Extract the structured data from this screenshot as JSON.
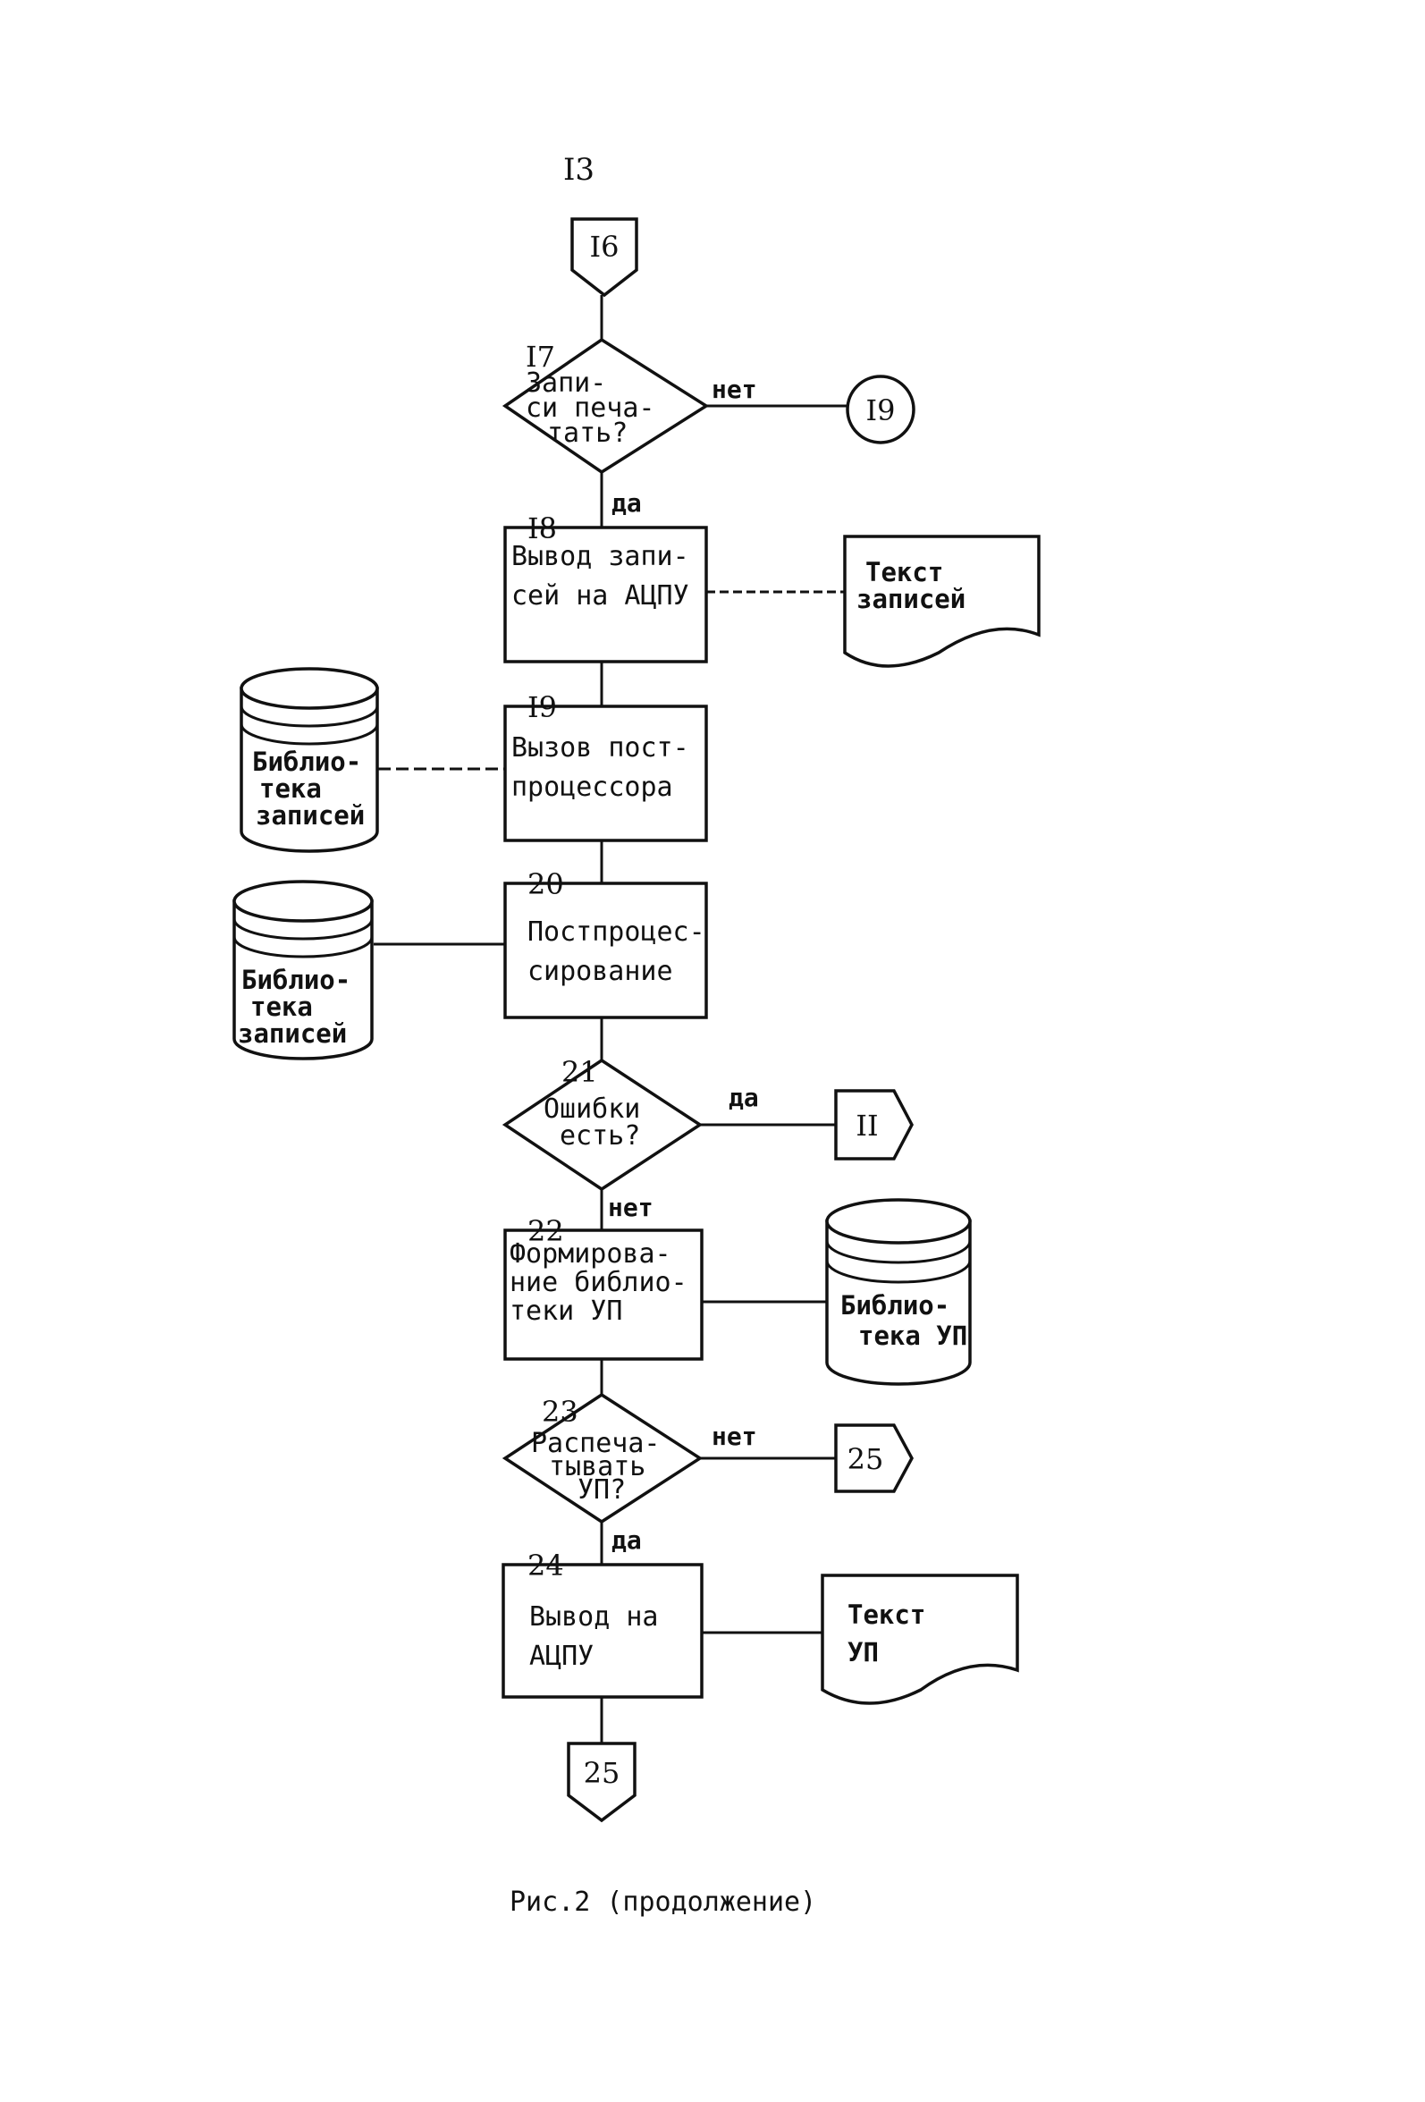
{
  "page_number": "I3",
  "caption": "Рис.2 (продолжение)",
  "connectors": {
    "top": "I6",
    "to19": "I9",
    "to11": "II",
    "to25_right": "25",
    "bottom": "25"
  },
  "decisions": {
    "d17": {
      "num": "I7",
      "lines": [
        "Запи-",
        "си печа-",
        "тать?"
      ],
      "no": "нет",
      "yes": "да"
    },
    "d21": {
      "num": "21",
      "lines": [
        "Ошибки",
        "есть?"
      ],
      "yes": "да",
      "no": "нет"
    },
    "d23": {
      "num": "23",
      "lines": [
        "Распеча-",
        "тывать",
        "УП?"
      ],
      "no": "нет",
      "yes": "да"
    }
  },
  "processes": {
    "p18": {
      "num": "I8",
      "lines": [
        "Вывод запи-",
        "сей на АЦПУ"
      ]
    },
    "p19": {
      "num": "I9",
      "lines": [
        "Вызов пост-",
        "процессора"
      ]
    },
    "p20": {
      "num": "20",
      "lines": [
        "Постпроцес-",
        "сирование"
      ]
    },
    "p22": {
      "num": "22",
      "lines": [
        "Формирова-",
        "ние библио-",
        "теки УП"
      ]
    },
    "p24": {
      "num": "24",
      "lines": [
        "Вывод на",
        "АЦПУ"
      ]
    }
  },
  "documents": {
    "doc18": {
      "lines": [
        "Текст",
        "записей"
      ]
    },
    "doc24": {
      "lines": [
        "Текст",
        "УП"
      ]
    }
  },
  "storages": {
    "lib19": {
      "lines": [
        "Библио-",
        "тека",
        "записей"
      ]
    },
    "lib20": {
      "lines": [
        "Библио-",
        "тека",
        "записей"
      ]
    },
    "lib22": {
      "lines": [
        "Библио-",
        "тека УП"
      ]
    }
  }
}
